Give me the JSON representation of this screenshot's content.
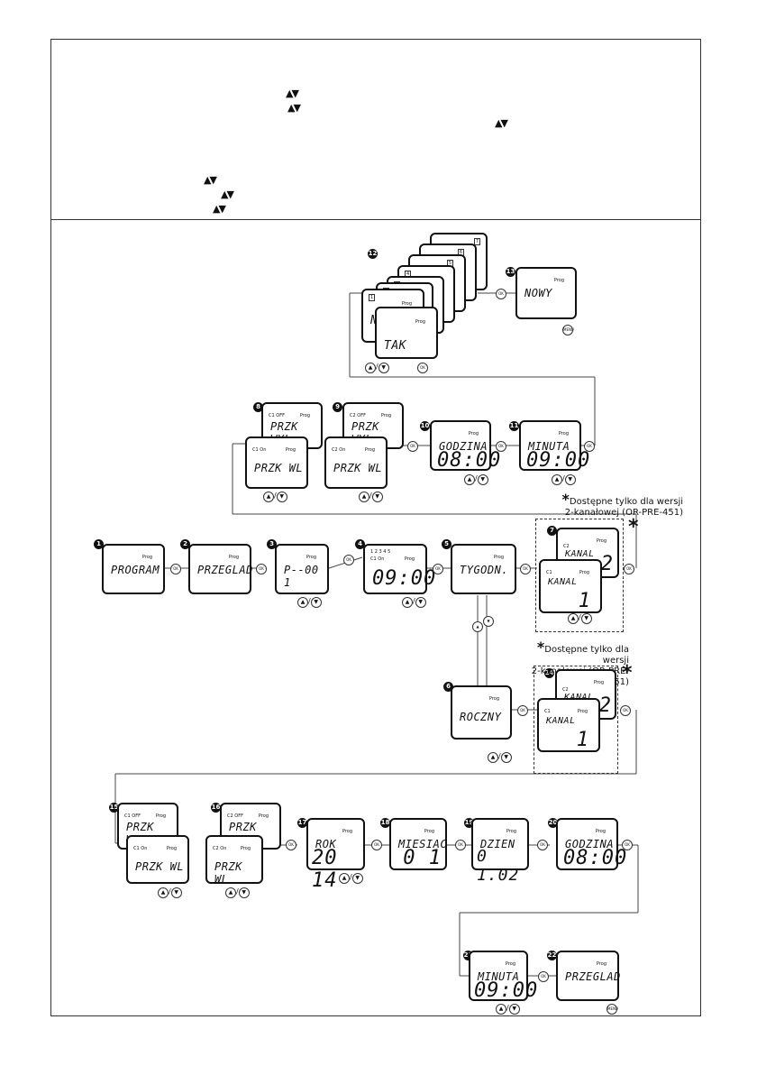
{
  "notes": {
    "star1_line1": "Dostępne tylko dla wersji",
    "star1_line2": "2-kanałowej (OR-PRE-451)",
    "star2_line1": "Dostępne tylko dla wersji",
    "star2_line2": "2-kanałowej (OR-PRE-451)"
  },
  "labels": {
    "prog": "Prog",
    "ok": "OK",
    "menu": "MENU",
    "up": "▲",
    "down": "▼",
    "slash": "/",
    "star": "*",
    "tri": "▲▼"
  },
  "screens": {
    "s1": "PROGRAM",
    "s2": "PRZEGLAD",
    "s3": "P--00 1",
    "s4": "09:00",
    "s5": "TYGODN.",
    "s6": "ROCZNY",
    "s7a": "KANAL",
    "s7a_big": "2",
    "s7b": "KANAL",
    "s7b_big": "1",
    "s8a": "PRZK WYL",
    "s8b": "PRZK WL",
    "s9a": "PRZK WYL",
    "s9b": "PRZK WL",
    "s10": "GODZINA",
    "s10_big": "08:00",
    "s11": "MINUTA",
    "s11_big": "09:00",
    "s12a": "NIE",
    "s12b": "TAK",
    "s13": "NOWY",
    "s14a": "KANAL",
    "s14a_big": "2",
    "s14b": "KANAL",
    "s14b_big": "1",
    "s15a": "PRZK WYL",
    "s15b": "PRZK WL",
    "s16a": "PRZK WYL",
    "s16b": "PRZK WL",
    "s17": "ROK",
    "s17_big": "20 14",
    "s18": "MIESIAC",
    "s18_big": "0 1",
    "s19": "DZIEN",
    "s19_big": "0 1.02",
    "s20": "GODZINA",
    "s20_big": "08:00",
    "s21": "MINUTA",
    "s21_big": "09:00",
    "s22": "PRZEGLAD"
  },
  "small": {
    "c1off": "C1 OFF",
    "c2off": "C2 OFF",
    "c1on": "C1 On",
    "c2on": "C2 On",
    "c1": "C1",
    "c2": "C2",
    "days": "1 2 3 4 5",
    "c1on4": "C1 On",
    "n1": "1",
    "n2": "2",
    "n3": "3",
    "n4": "4",
    "n5": "5",
    "n6": "6",
    "n7": "7"
  },
  "steps": [
    "1",
    "2",
    "3",
    "4",
    "5",
    "6",
    "7",
    "8",
    "9",
    "10",
    "11",
    "12",
    "13",
    "14",
    "15",
    "16",
    "17",
    "18",
    "19",
    "20",
    "21",
    "22"
  ]
}
